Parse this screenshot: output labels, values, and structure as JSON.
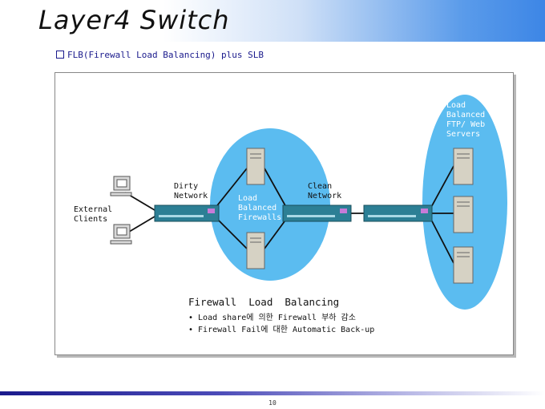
{
  "header": {
    "title": "Layer4 Switch"
  },
  "subtitle": "FLB(Firewall Load Balancing) plus SLB",
  "diagram": {
    "labels": {
      "external_clients": "External\nClients",
      "dirty_network": "Dirty\nNetwork",
      "clean_network": "Clean\nNetwork",
      "load_balanced_firewalls": "Load\nBalanced\nFirewalls",
      "load_balanced_servers": "Load\nBalanced\nFTP/ Web\nServers"
    },
    "heading": "Firewall  Load  Balancing",
    "points": [
      "• Load share에 의한 Firewall 부하 감소",
      "• Firewall Fail에 대한 Automatic Back-up"
    ],
    "colors": {
      "ellipse": "#5bbcf0",
      "switch": "#2c7f95"
    }
  },
  "footer": {
    "page_number": "10"
  }
}
